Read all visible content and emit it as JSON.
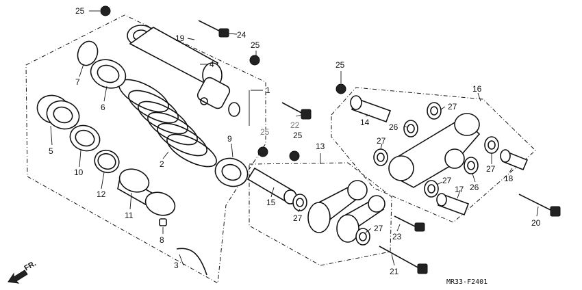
{
  "labels": [
    {
      "id": "l25a",
      "text": "25"
    },
    {
      "id": "l24",
      "text": "24"
    },
    {
      "id": "l19",
      "text": "19"
    },
    {
      "id": "l25b",
      "text": "25"
    },
    {
      "id": "l4",
      "text": "4"
    },
    {
      "id": "l7",
      "text": "7"
    },
    {
      "id": "l6",
      "text": "6"
    },
    {
      "id": "l1",
      "text": "1"
    },
    {
      "id": "l5",
      "text": "5"
    },
    {
      "id": "l10",
      "text": "10"
    },
    {
      "id": "l12",
      "text": "12"
    },
    {
      "id": "l2",
      "text": "2"
    },
    {
      "id": "l9",
      "text": "9"
    },
    {
      "id": "l11",
      "text": "11"
    },
    {
      "id": "l8",
      "text": "8"
    },
    {
      "id": "l3",
      "text": "3"
    },
    {
      "id": "l22",
      "text": "22"
    },
    {
      "id": "l25c",
      "text": "25"
    },
    {
      "id": "l25d",
      "text": "25"
    },
    {
      "id": "l13",
      "text": "13"
    },
    {
      "id": "l15",
      "text": "15"
    },
    {
      "id": "l27a",
      "text": "27"
    },
    {
      "id": "l27b",
      "text": "27"
    },
    {
      "id": "l23",
      "text": "23"
    },
    {
      "id": "l21",
      "text": "21"
    },
    {
      "id": "l25e",
      "text": "25"
    },
    {
      "id": "l16",
      "text": "16"
    },
    {
      "id": "l14",
      "text": "14"
    },
    {
      "id": "l27c",
      "text": "27"
    },
    {
      "id": "l26a",
      "text": "26"
    },
    {
      "id": "l27d",
      "text": "27"
    },
    {
      "id": "l27e",
      "text": "27"
    },
    {
      "id": "l18",
      "text": "18"
    },
    {
      "id": "l26b",
      "text": "26"
    },
    {
      "id": "l27f",
      "text": "27"
    },
    {
      "id": "l17",
      "text": "17"
    },
    {
      "id": "l20",
      "text": "20"
    }
  ],
  "front_marker": "FR.",
  "diagram_code": "MR33-F2401"
}
